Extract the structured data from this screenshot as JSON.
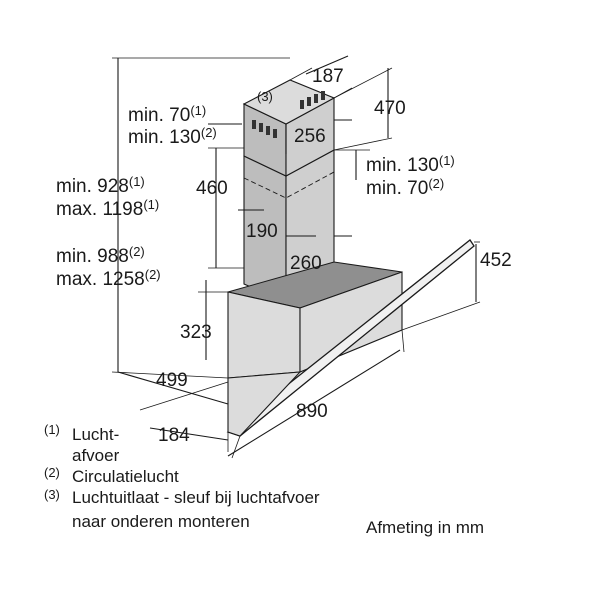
{
  "dimensions": {
    "d187": "187",
    "d470": "470",
    "d256": "256",
    "d460": "460",
    "d190": "190",
    "d260": "260",
    "d452": "452",
    "d323": "323",
    "d499": "499",
    "d890": "890",
    "d184": "184",
    "slot_marker": "(3)"
  },
  "labels": {
    "top_min70": "min. 70",
    "top_min70_ref": "(1)",
    "top_min130": "min. 130",
    "top_min130_ref": "(2)",
    "right_min130": "min. 130",
    "right_min130_ref": "(1)",
    "right_min70": "min. 70",
    "right_min70_ref": "(2)",
    "min928": "min. 928",
    "min928_ref": "(1)",
    "max1198": "max. 1198",
    "max1198_ref": "(1)",
    "min988": "min. 988",
    "min988_ref": "(2)",
    "max1258": "max. 1258",
    "max1258_ref": "(2)"
  },
  "legend": {
    "item1_marker": "(1)",
    "item1_line1": "Lucht-",
    "item1_line2": "afvoer",
    "item2_marker": "(2)",
    "item2_text": "Circulatielucht",
    "item3_marker": "(3)",
    "item3_line1": "Luchtuitlaat - sleuf bij luchtafvoer",
    "item3_line2": "naar onderen monteren"
  },
  "units_note": "Afmeting in mm"
}
